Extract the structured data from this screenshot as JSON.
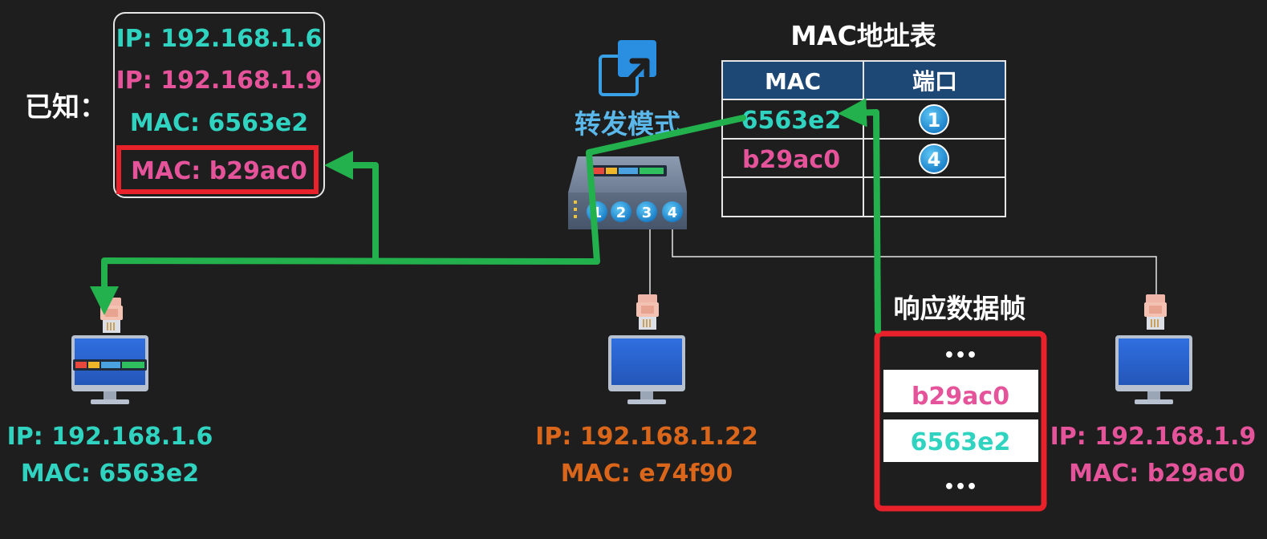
{
  "colors": {
    "background": "#1f1e1f",
    "cyan": "#2fd3c0",
    "pink": "#e5549a",
    "orange": "#d9661a",
    "white": "#ffffff",
    "arrow_green": "#22b14c",
    "highlight_red": "#e8212a",
    "table_header": "#1d4876",
    "port_blue": "#1f8fd3"
  },
  "known": {
    "prefix": "已知：",
    "ip1": "IP: 192.168.1.6",
    "ip2": "IP: 192.168.1.9",
    "mac1": "MAC: 6563e2",
    "mac2": "MAC: b29ac0"
  },
  "switch": {
    "mode_label": "转发模式",
    "ports": [
      "1",
      "2",
      "3",
      "4"
    ]
  },
  "mac_table": {
    "title": "MAC地址表",
    "headers": [
      "MAC",
      "端口"
    ],
    "rows": [
      {
        "mac": "6563e2",
        "port": "1"
      },
      {
        "mac": "b29ac0",
        "port": "4"
      },
      {
        "mac": "",
        "port": ""
      }
    ]
  },
  "hosts": [
    {
      "ip": "IP: 192.168.1.6",
      "mac": "MAC: 6563e2"
    },
    {
      "ip": "IP: 192.168.1.22",
      "mac": "MAC: e74f90"
    },
    {
      "ip": "IP: 192.168.1.9",
      "mac": "MAC: b29ac0"
    }
  ],
  "frame": {
    "title": "响应数据帧",
    "rows": [
      "•••",
      "b29ac0",
      "6563e2",
      "•••"
    ]
  }
}
